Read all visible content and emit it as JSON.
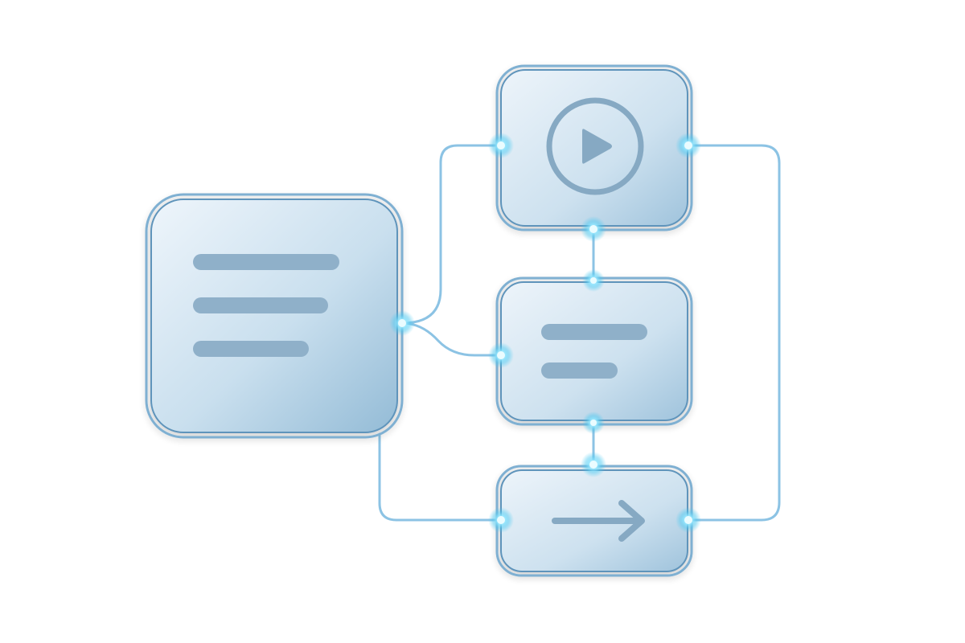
{
  "colors": {
    "background": "#ffffff",
    "card_fill_light": "#e8f1f8",
    "card_fill_dark": "#9fc2da",
    "card_border": "#6c9fc4",
    "connector": "#86bde0",
    "node_glow": "#5fd0f5",
    "node_core": "#e6fbff",
    "glyph": "#7ea6c4"
  },
  "diagram": {
    "cards": [
      {
        "id": "document-card",
        "icon": "text-lines-icon"
      },
      {
        "id": "media-card",
        "icon": "play-circle-icon"
      },
      {
        "id": "text-card",
        "icon": "text-lines-icon"
      },
      {
        "id": "action-card",
        "icon": "arrow-right-icon"
      }
    ],
    "connections": [
      {
        "from": "document-card",
        "to": "media-card"
      },
      {
        "from": "document-card",
        "to": "text-card"
      },
      {
        "from": "document-card",
        "to": "action-card"
      },
      {
        "from": "media-card",
        "to": "text-card"
      },
      {
        "from": "text-card",
        "to": "action-card"
      },
      {
        "from": "media-card",
        "to": "action-card"
      }
    ]
  }
}
